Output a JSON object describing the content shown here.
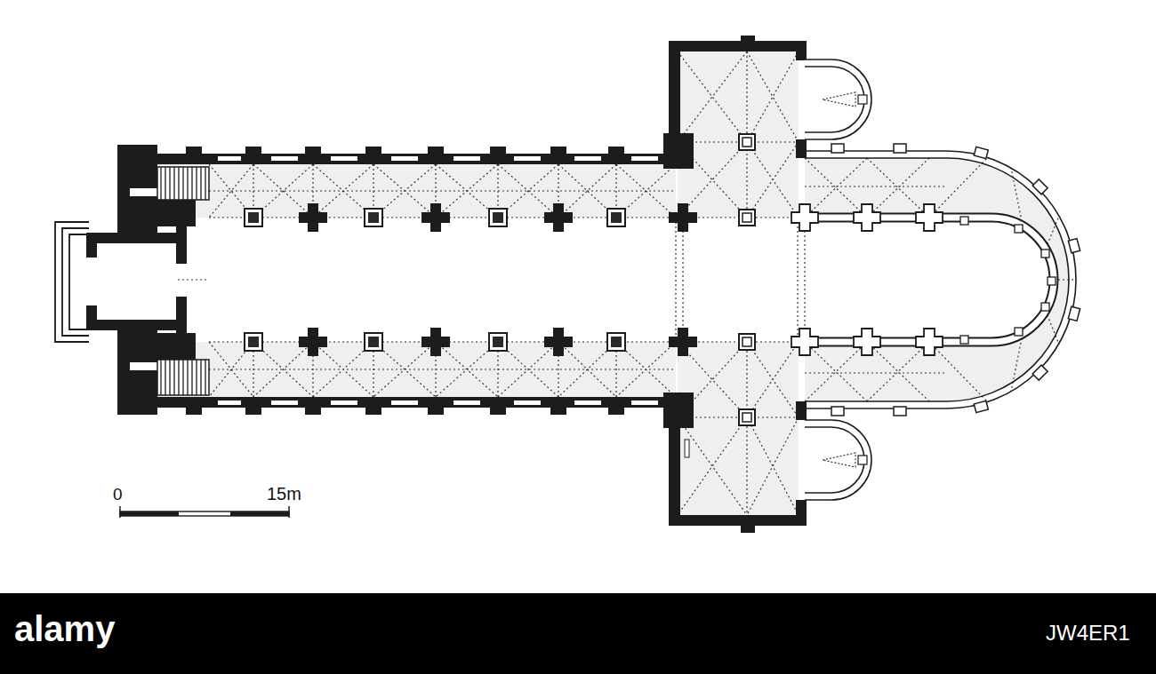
{
  "diagram": {
    "labels": [
      "0",
      "15m",
      "alamy",
      "JW4ER1"
    ]
  }
}
